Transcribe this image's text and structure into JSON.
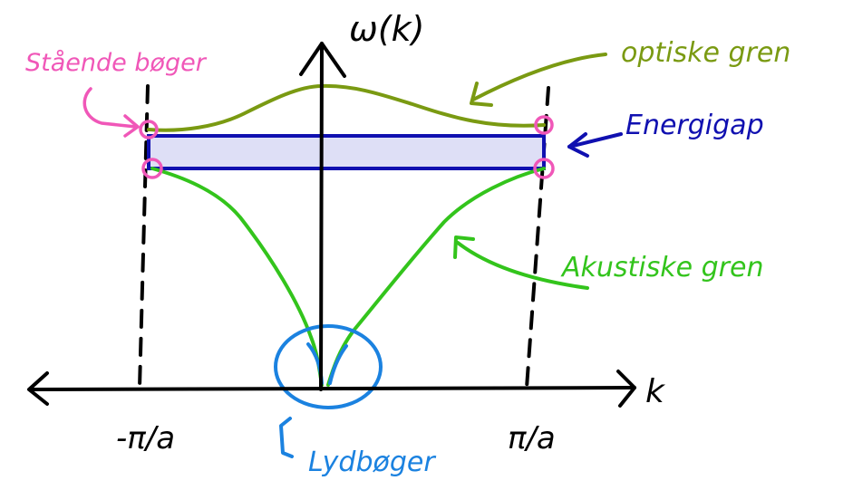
{
  "axes": {
    "y_label": "ω(k)",
    "x_label": "k",
    "tick_left": "-π/a",
    "tick_right": "π/a"
  },
  "labels": {
    "standing_waves": "Stående bøger",
    "optical_branch": "optiske gren",
    "energy_gap": "Energigap",
    "acoustic_branch": "Akustiske gren",
    "sound_waves": "Lydbøger"
  },
  "colors": {
    "axis": "#000000",
    "optical": "#7a9a12",
    "acoustic": "#33c41c",
    "gap_stroke": "#1010b0",
    "gap_fill": "#dedff6",
    "standing": "#f057b8",
    "sound": "#1b82e0"
  }
}
